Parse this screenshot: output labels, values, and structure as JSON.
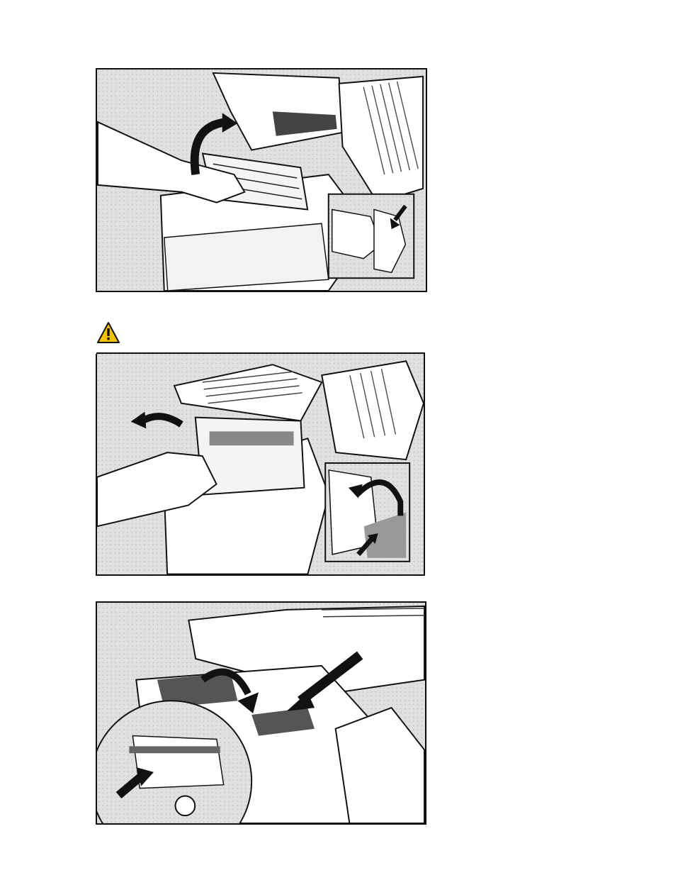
{
  "figures": [
    {
      "id": "fig-1",
      "icons": [
        "curved-arrow-icon",
        "straight-arrow-icon"
      ]
    },
    {
      "id": "fig-2",
      "icons": [
        "curved-arrow-icon",
        "curved-arrow-icon",
        "straight-arrow-icon"
      ]
    },
    {
      "id": "fig-3",
      "icons": [
        "curved-arrow-icon",
        "straight-arrow-icon",
        "straight-arrow-icon"
      ]
    }
  ],
  "warning": {
    "icon": "warning-triangle-icon",
    "color": "#f2c300"
  },
  "colors": {
    "panel_bg": "#dcdcdc",
    "line": "#111111",
    "printer": "#ffffff"
  }
}
